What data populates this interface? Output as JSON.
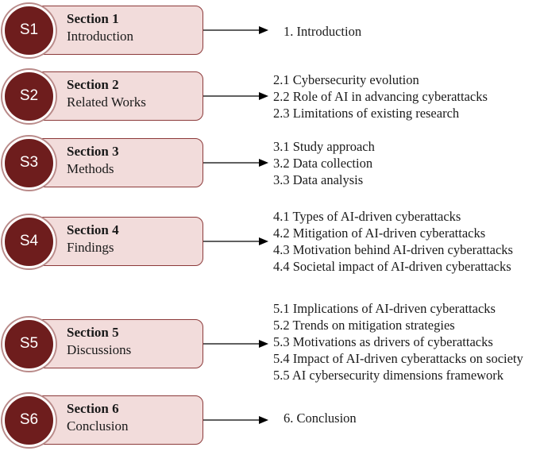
{
  "sections": [
    {
      "badge": "S1",
      "title": "Section 1",
      "subtitle": "Introduction",
      "items": [
        "1. Introduction"
      ]
    },
    {
      "badge": "S2",
      "title": "Section 2",
      "subtitle": "Related Works",
      "items": [
        "2.1 Cybersecurity evolution",
        "2.2 Role of AI in advancing cyberattacks",
        "2.3 Limitations of existing research"
      ]
    },
    {
      "badge": "S3",
      "title": "Section 3",
      "subtitle": "Methods",
      "items": [
        "3.1 Study approach",
        "3.2 Data collection",
        "3.3 Data analysis"
      ]
    },
    {
      "badge": "S4",
      "title": "Section 4",
      "subtitle": "Findings",
      "items": [
        "4.1 Types of AI-driven cyberattacks",
        "4.2 Mitigation of AI-driven cyberattacks",
        "4.3 Motivation behind AI-driven cyberattacks",
        "4.4 Societal impact of AI-driven cyberattacks"
      ]
    },
    {
      "badge": "S5",
      "title": "Section 5",
      "subtitle": "Discussions",
      "items": [
        "5.1 Implications of AI-driven cyberattacks",
        "5.2 Trends on mitigation strategies",
        "5.3 Motivations as drivers of cyberattacks",
        "5.4 Impact of AI-driven cyberattacks on society",
        "5.5 AI cybersecurity dimensions framework"
      ]
    },
    {
      "badge": "S6",
      "title": "Section 6",
      "subtitle": "Conclusion",
      "items": [
        "6. Conclusion"
      ]
    }
  ],
  "colors": {
    "circle_fill": "#6e1d1d",
    "box_fill": "#f2dcdb",
    "box_border": "#8c3a3a"
  }
}
